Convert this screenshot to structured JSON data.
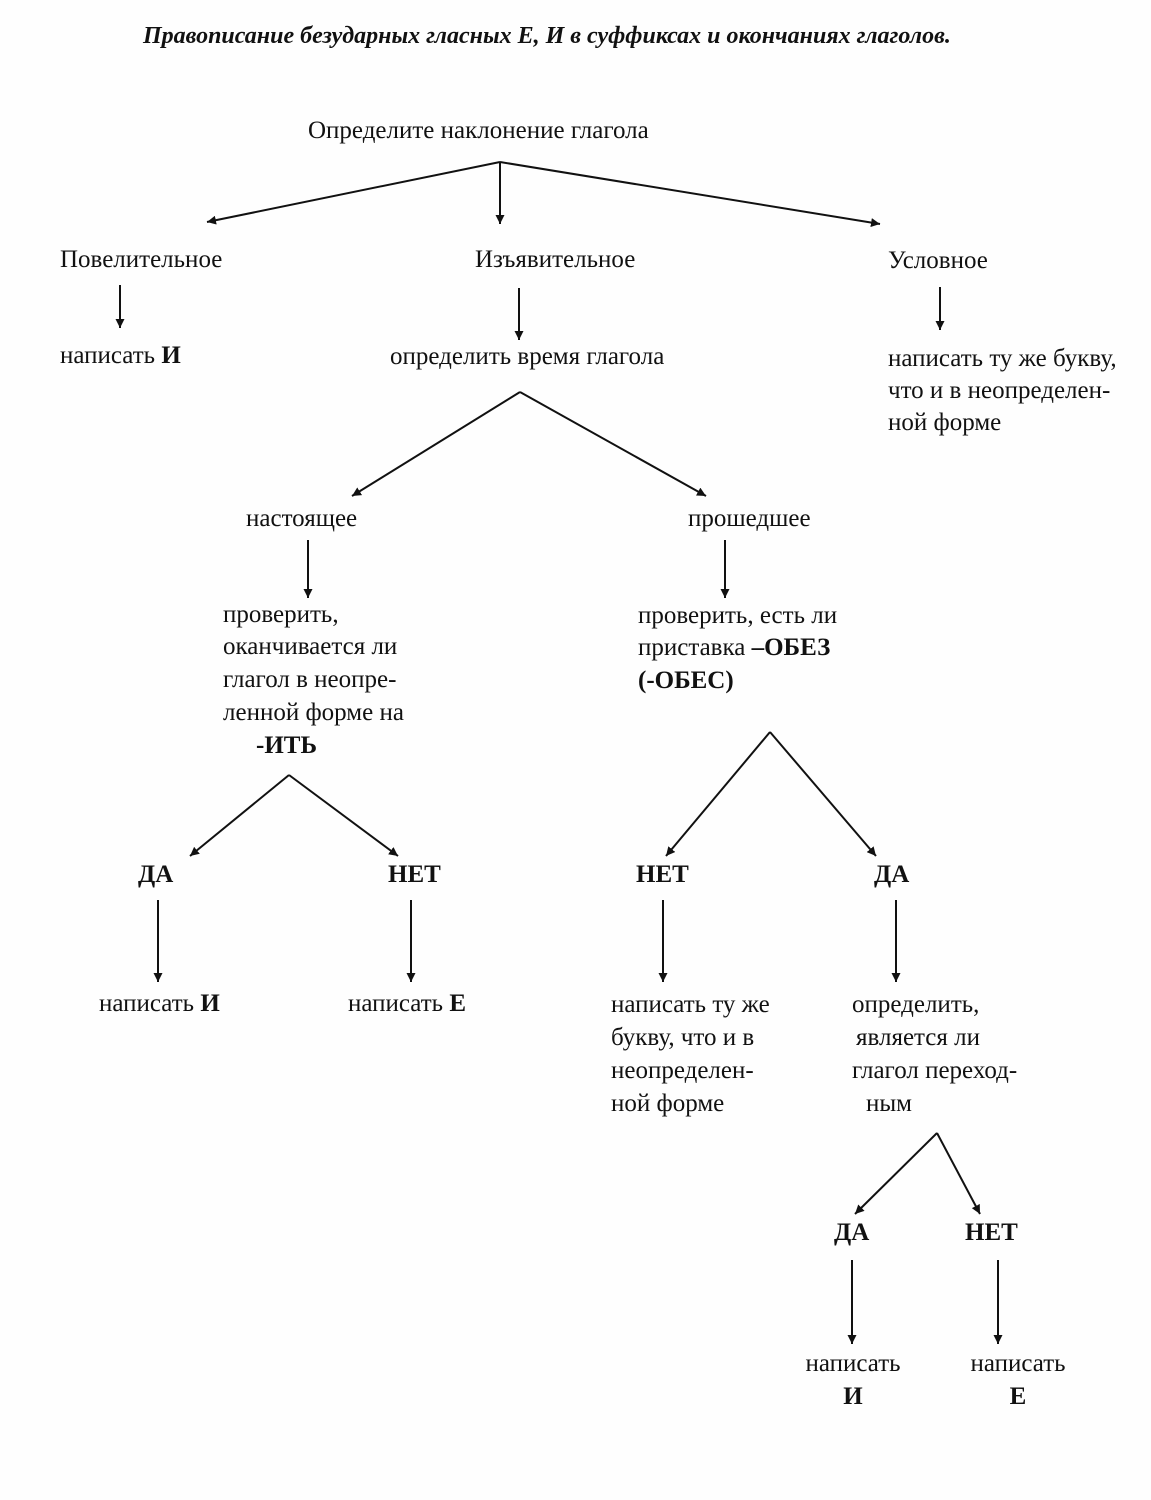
{
  "title": "Правописание безударных гласных Е, И в суффиксах и окончаниях глаголов.",
  "root": "Определите   наклонение   глагола",
  "imperative": {
    "label": "Повелительное",
    "action_prefix": "написать",
    "action_letter": "И"
  },
  "indicative": {
    "label": "Изъявительное",
    "action": "определить время глагола",
    "present": {
      "label": "настоящее",
      "check_lines": [
        "проверить,",
        "оканчивается ли",
        "глагол в неопре-",
        "ленной форме на"
      ],
      "check_suffix": "-ИТЬ",
      "yes": {
        "label": "ДА",
        "action_prefix": "написать",
        "action_letter": "И"
      },
      "no": {
        "label": "НЕТ",
        "action_prefix": "написать",
        "action_letter": "Е"
      }
    },
    "past": {
      "label": "прошедшее",
      "check_line1": "проверить, есть ли",
      "check_line2_prefix": "приставка ",
      "check_line2_bold": "–ОБЕЗ",
      "check_line3_bold": "(-ОБЕС)",
      "no": {
        "label": "НЕТ",
        "action_lines": [
          "написать ту же",
          "букву, что и в",
          "неопределен-",
          "ной форме"
        ]
      },
      "yes": {
        "label": "ДА",
        "action_lines": [
          "определить,",
          "является ли",
          "глагол переход-",
          "ным"
        ],
        "transitive_yes": {
          "label": "ДА",
          "action_prefix": "написать",
          "action_letter": "И"
        },
        "transitive_no": {
          "label": "НЕТ",
          "action_prefix": "написать",
          "action_letter": "Е"
        }
      }
    }
  },
  "conditional": {
    "label": "Условное",
    "action_lines": [
      "написать ту же букву,",
      "что и в неопределен-",
      "ной форме"
    ]
  }
}
